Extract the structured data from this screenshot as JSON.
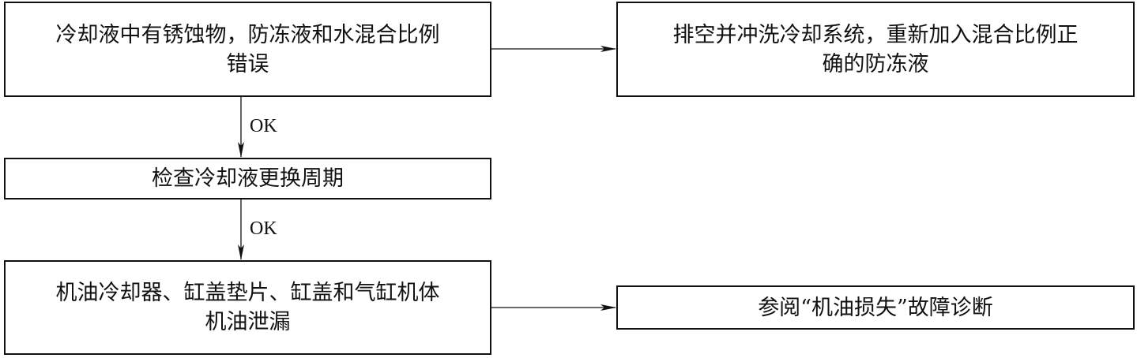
{
  "nodes": {
    "rust_check": {
      "lines": [
        "冷却液中有锈蚀物，防冻液和水混合比例",
        "错误"
      ]
    },
    "flush_system": {
      "lines": [
        "排空并冲洗冷却系统，重新加入混合比例正",
        "确的防冻液"
      ]
    },
    "coolant_interval": {
      "lines": [
        "检查冷却液更换周期"
      ]
    },
    "oil_leak": {
      "lines": [
        "机油冷却器、缸盖垫片、缸盖和气缸机体",
        "机油泄漏"
      ]
    },
    "oil_loss_ref": {
      "lines": [
        "参阅“机油损失”故障诊断"
      ]
    }
  },
  "edges": {
    "rust_to_interval": "OK",
    "interval_to_oilleak": "OK"
  },
  "colors": {
    "stroke": "#111111",
    "background": "#ffffff"
  }
}
